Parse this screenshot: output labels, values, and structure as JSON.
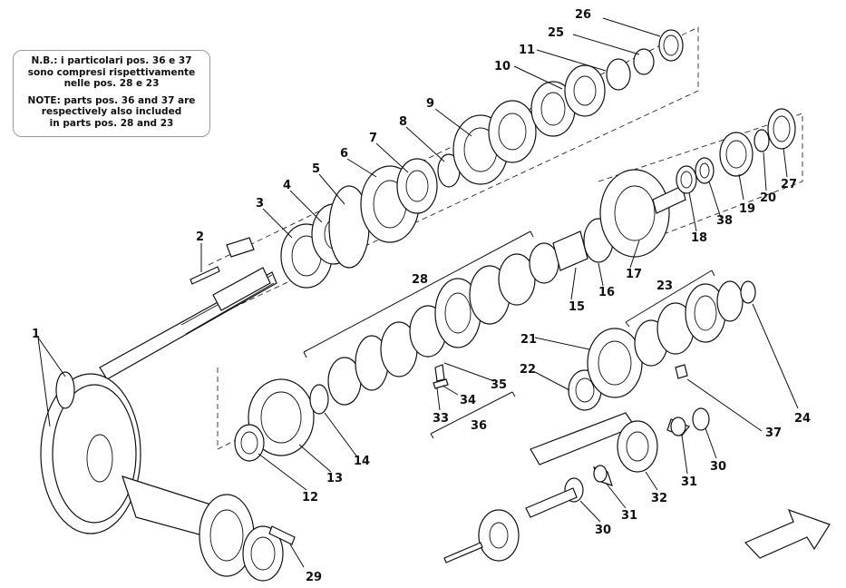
{
  "note": {
    "it_lines": [
      "N.B.: i particolari pos. 36 e 37",
      "sono compresi rispettivamente",
      "nelle pos. 28 e 23"
    ],
    "en_lines": [
      "NOTE: parts pos. 36 and 37 are",
      "respectively also included",
      "in parts pos. 28 and 23"
    ]
  },
  "callouts": [
    "1",
    "2",
    "3",
    "4",
    "5",
    "6",
    "7",
    "8",
    "9",
    "10",
    "11",
    "12",
    "13",
    "14",
    "15",
    "16",
    "17",
    "18",
    "19",
    "20",
    "21",
    "22",
    "23",
    "24",
    "25",
    "26",
    "27",
    "28",
    "29",
    "30",
    "30",
    "31",
    "31",
    "32",
    "33",
    "34",
    "35",
    "36",
    "37",
    "38"
  ],
  "colors": {
    "line": "#111111",
    "background": "#ffffff",
    "shade": "#e6e6e6"
  }
}
